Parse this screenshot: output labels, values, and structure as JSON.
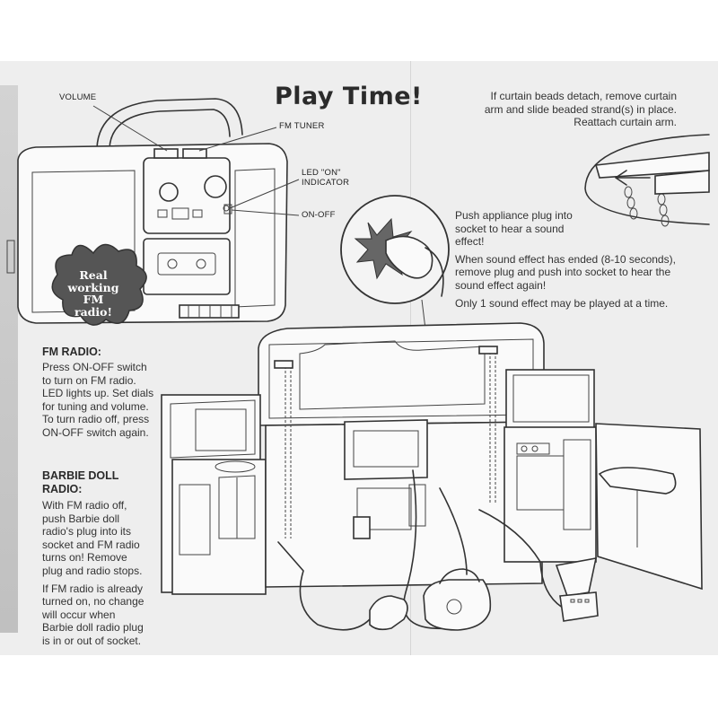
{
  "title": "Play Time!",
  "badge": {
    "lines": [
      "Real",
      "working",
      "FM",
      "radio!"
    ]
  },
  "radio_labels": {
    "volume": "VOLUME",
    "fm_tuner": "FM TUNER",
    "led_line1": "LED \"ON\"",
    "led_line2": "INDICATOR",
    "on_off": "ON-OFF"
  },
  "fm_radio": {
    "heading": "FM RADIO:",
    "body": "Press ON-OFF switch to turn on FM radio. LED lights up. Set dials for tuning and volume. To turn radio off, press ON-OFF switch again."
  },
  "barbie_radio": {
    "heading": "BARBIE DOLL RADIO:",
    "para1": "With FM radio off, push Barbie doll radio's plug into its socket and FM radio turns on! Remove plug and radio stops.",
    "para2": "If FM radio is already turned on, no change will occur when Barbie doll radio plug is in or out of socket."
  },
  "curtain_note": "If curtain beads detach, remove curtain arm and slide beaded strand(s) in place. Reattach curtain arm.",
  "appliance": {
    "para1": "Push appliance plug into socket to hear a sound effect!",
    "para2": "When sound effect has ended (8-10 seconds), remove plug and push into socket to hear the sound effect again!",
    "para3": "Only 1 sound effect may be played at a time."
  }
}
